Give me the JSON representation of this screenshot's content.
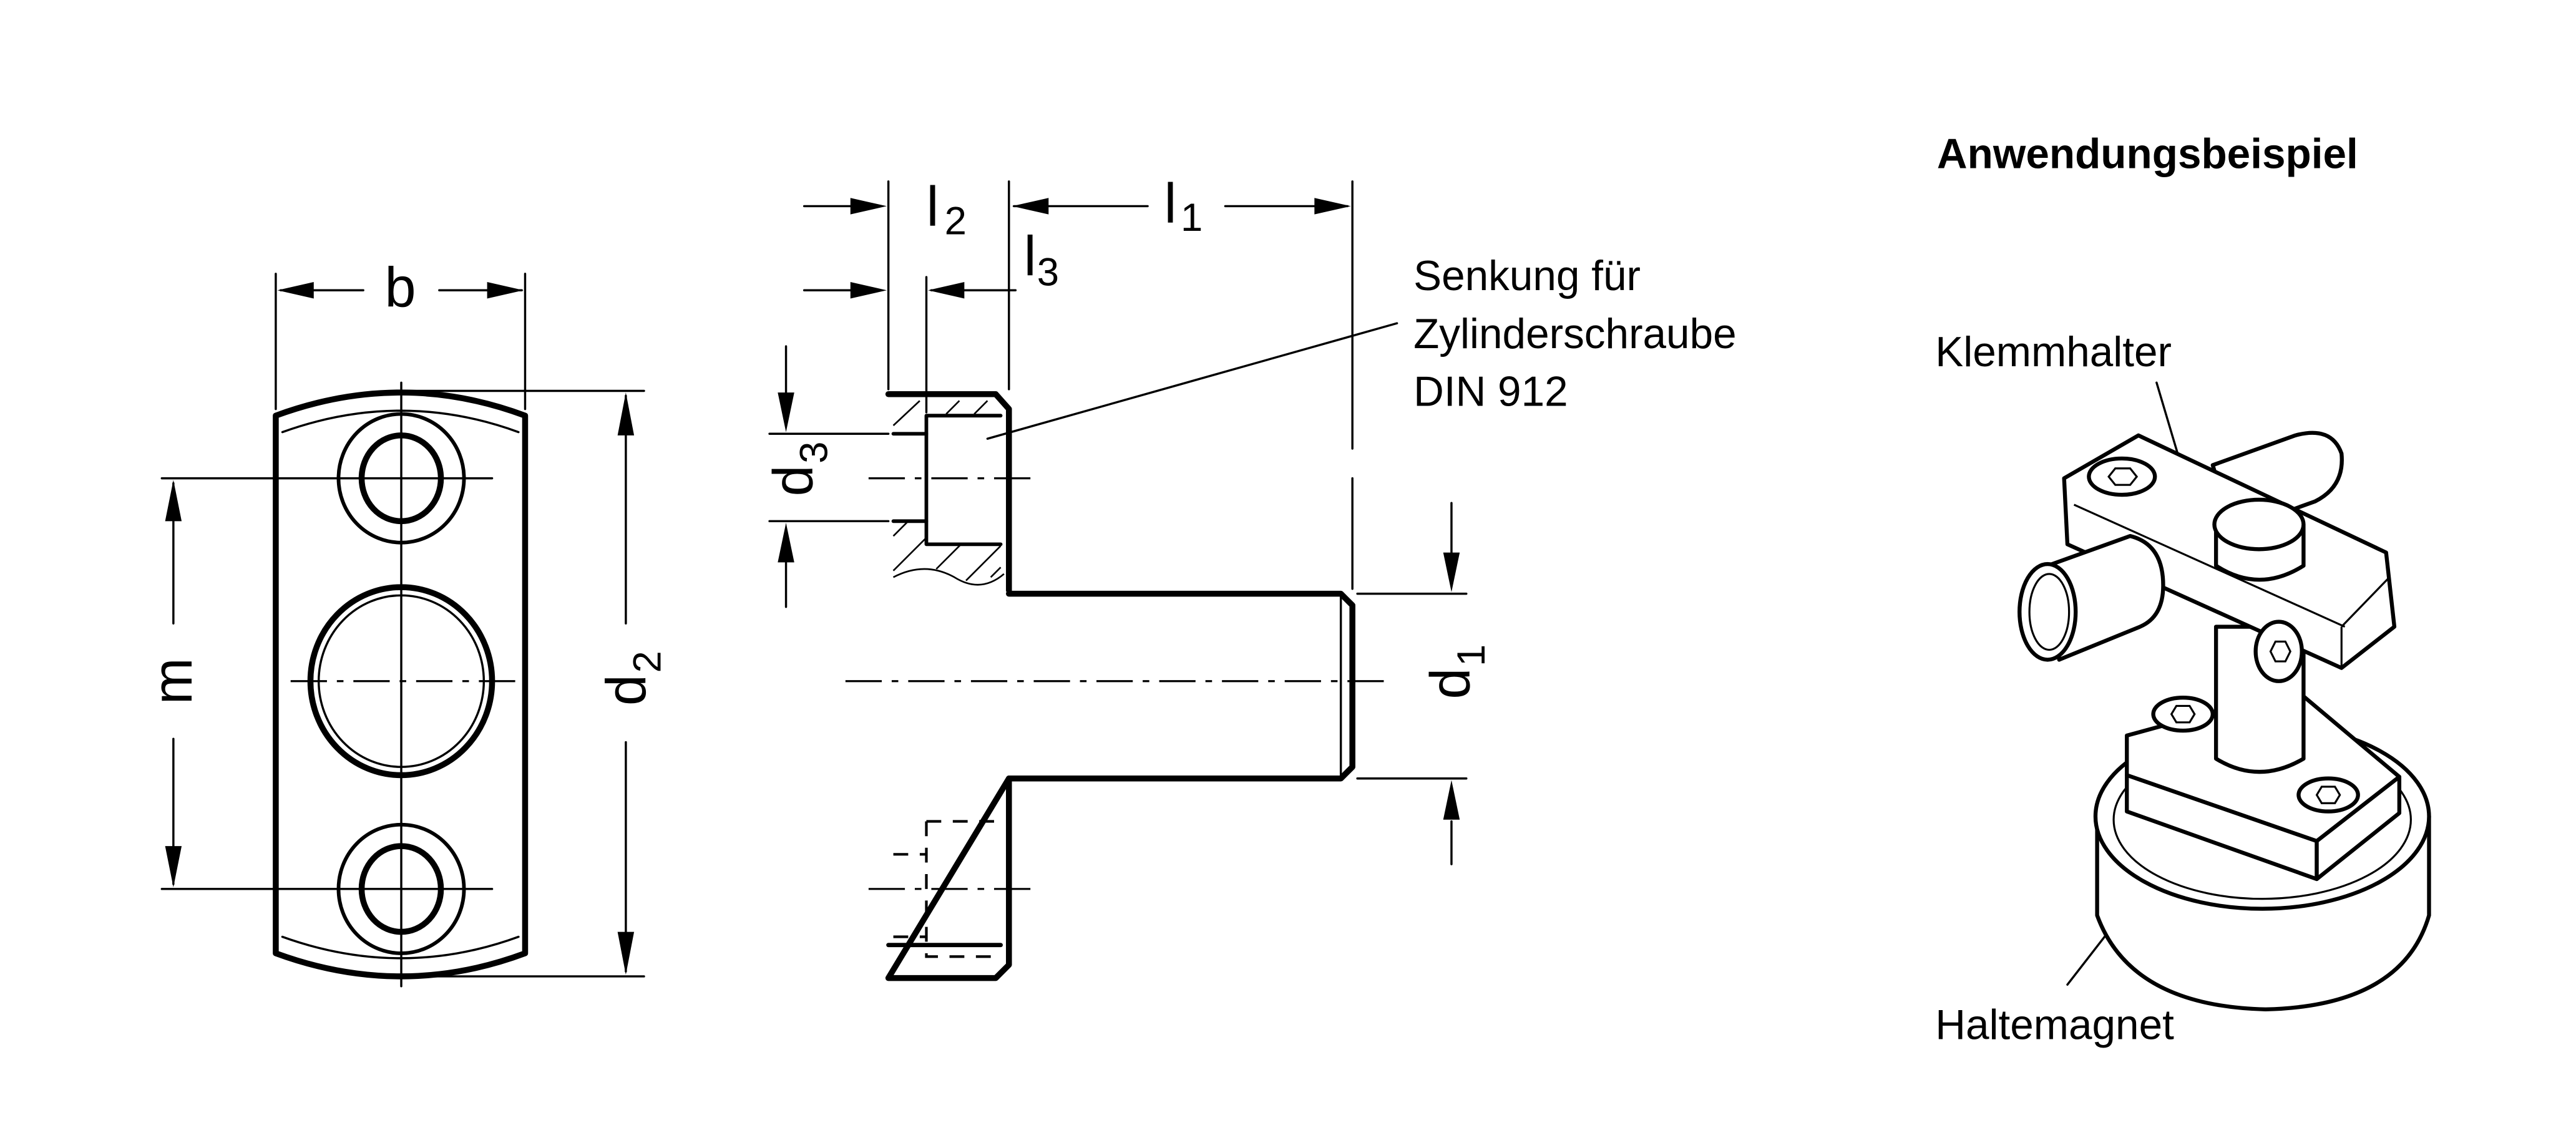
{
  "drawing": {
    "type": "technical-drawing",
    "subject": "Flange with shaft – front view, side section, application example",
    "front_view": {
      "dimensions": {
        "width": "b",
        "hole_spacing": "m",
        "outer_diameter": {
          "base": "d",
          "sub": "2"
        }
      }
    },
    "side_view": {
      "dimensions": {
        "shaft_length": {
          "base": "l",
          "sub": "1"
        },
        "flange_thickness": {
          "base": "l",
          "sub": "2"
        },
        "counterbore_depth": {
          "base": "l",
          "sub": "3"
        },
        "counterbore_diameter": {
          "base": "d",
          "sub": "3"
        },
        "shaft_diameter": {
          "base": "d",
          "sub": "1"
        }
      },
      "callout": {
        "lines": [
          "Senkung für",
          "Zylinderschraube",
          "DIN 912"
        ]
      }
    },
    "application_example": {
      "title": "Anwendungsbeispiel",
      "labels": {
        "clamp": "Klemmhalter",
        "magnet": "Haltemagnet"
      }
    }
  }
}
